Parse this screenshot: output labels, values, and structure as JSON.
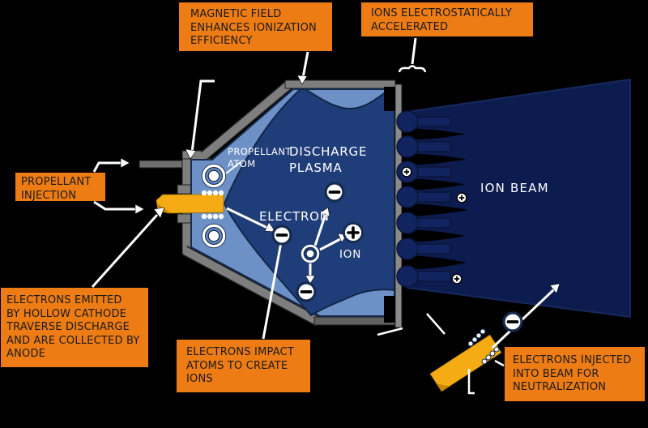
{
  "title": "Ion thruster schematic diagram",
  "callouts": {
    "magnetic_field": {
      "line1": "MAGNETIC FIELD",
      "line2": "ENHANCES IONIZATION",
      "line3": "EFFICIENCY"
    },
    "ions_accelerated": {
      "line1": "IONS ELECTROSTATICALLY",
      "line2": "ACCELERATED"
    },
    "propellant_injection": {
      "line1": "PROPELLANT",
      "line2": "INJECTION"
    },
    "electrons_emitted": {
      "line1": "ELECTRONS EMITTED",
      "line2": "BY HOLLOW CATHODE",
      "line3": "TRAVERSE DISCHARGE",
      "line4": "AND ARE COLLECTED BY",
      "line5": "ANODE"
    },
    "electrons_impact": {
      "line1": "ELECTRONS IMPACT",
      "line2": "ATOMS TO CREATE",
      "line3": "IONS"
    },
    "electrons_injected": {
      "line1": "ELECTRONS INJECTED",
      "line2": "INTO BEAM FOR",
      "line3": "NEUTRALIZATION"
    }
  },
  "labels": {
    "propellant_atom": {
      "line1": "PROPELLANT",
      "line2": "ATOM"
    },
    "discharge_plasma": {
      "line1": "DISCHARGE",
      "line2": "PLASMA"
    },
    "electron": "ELECTRON",
    "ion": "ION",
    "ion_beam": "ION BEAM"
  },
  "icons": {
    "electron_symbol": "minus-in-circle",
    "ion_symbol": "plus-in-circle",
    "atom_symbol": "ringed-circle"
  },
  "colors": {
    "background": "#000000",
    "callout_orange": "#EE7C15",
    "callout_text": "#1a1a1a",
    "cathode_yellow": "#F5AC14",
    "cathode_shadow": "#C98500",
    "magnet_field_blue": "#6D91C6",
    "plasma_blue": "#1F3D78",
    "beam_navy": "#0D1C4E",
    "beamlet_navy": "#11245F",
    "wall_gray": "#7E7E7E",
    "bottom_wall_gray": "#606060",
    "grid_gray": "#8A8A8A",
    "label_white": "#FFFFFF"
  }
}
